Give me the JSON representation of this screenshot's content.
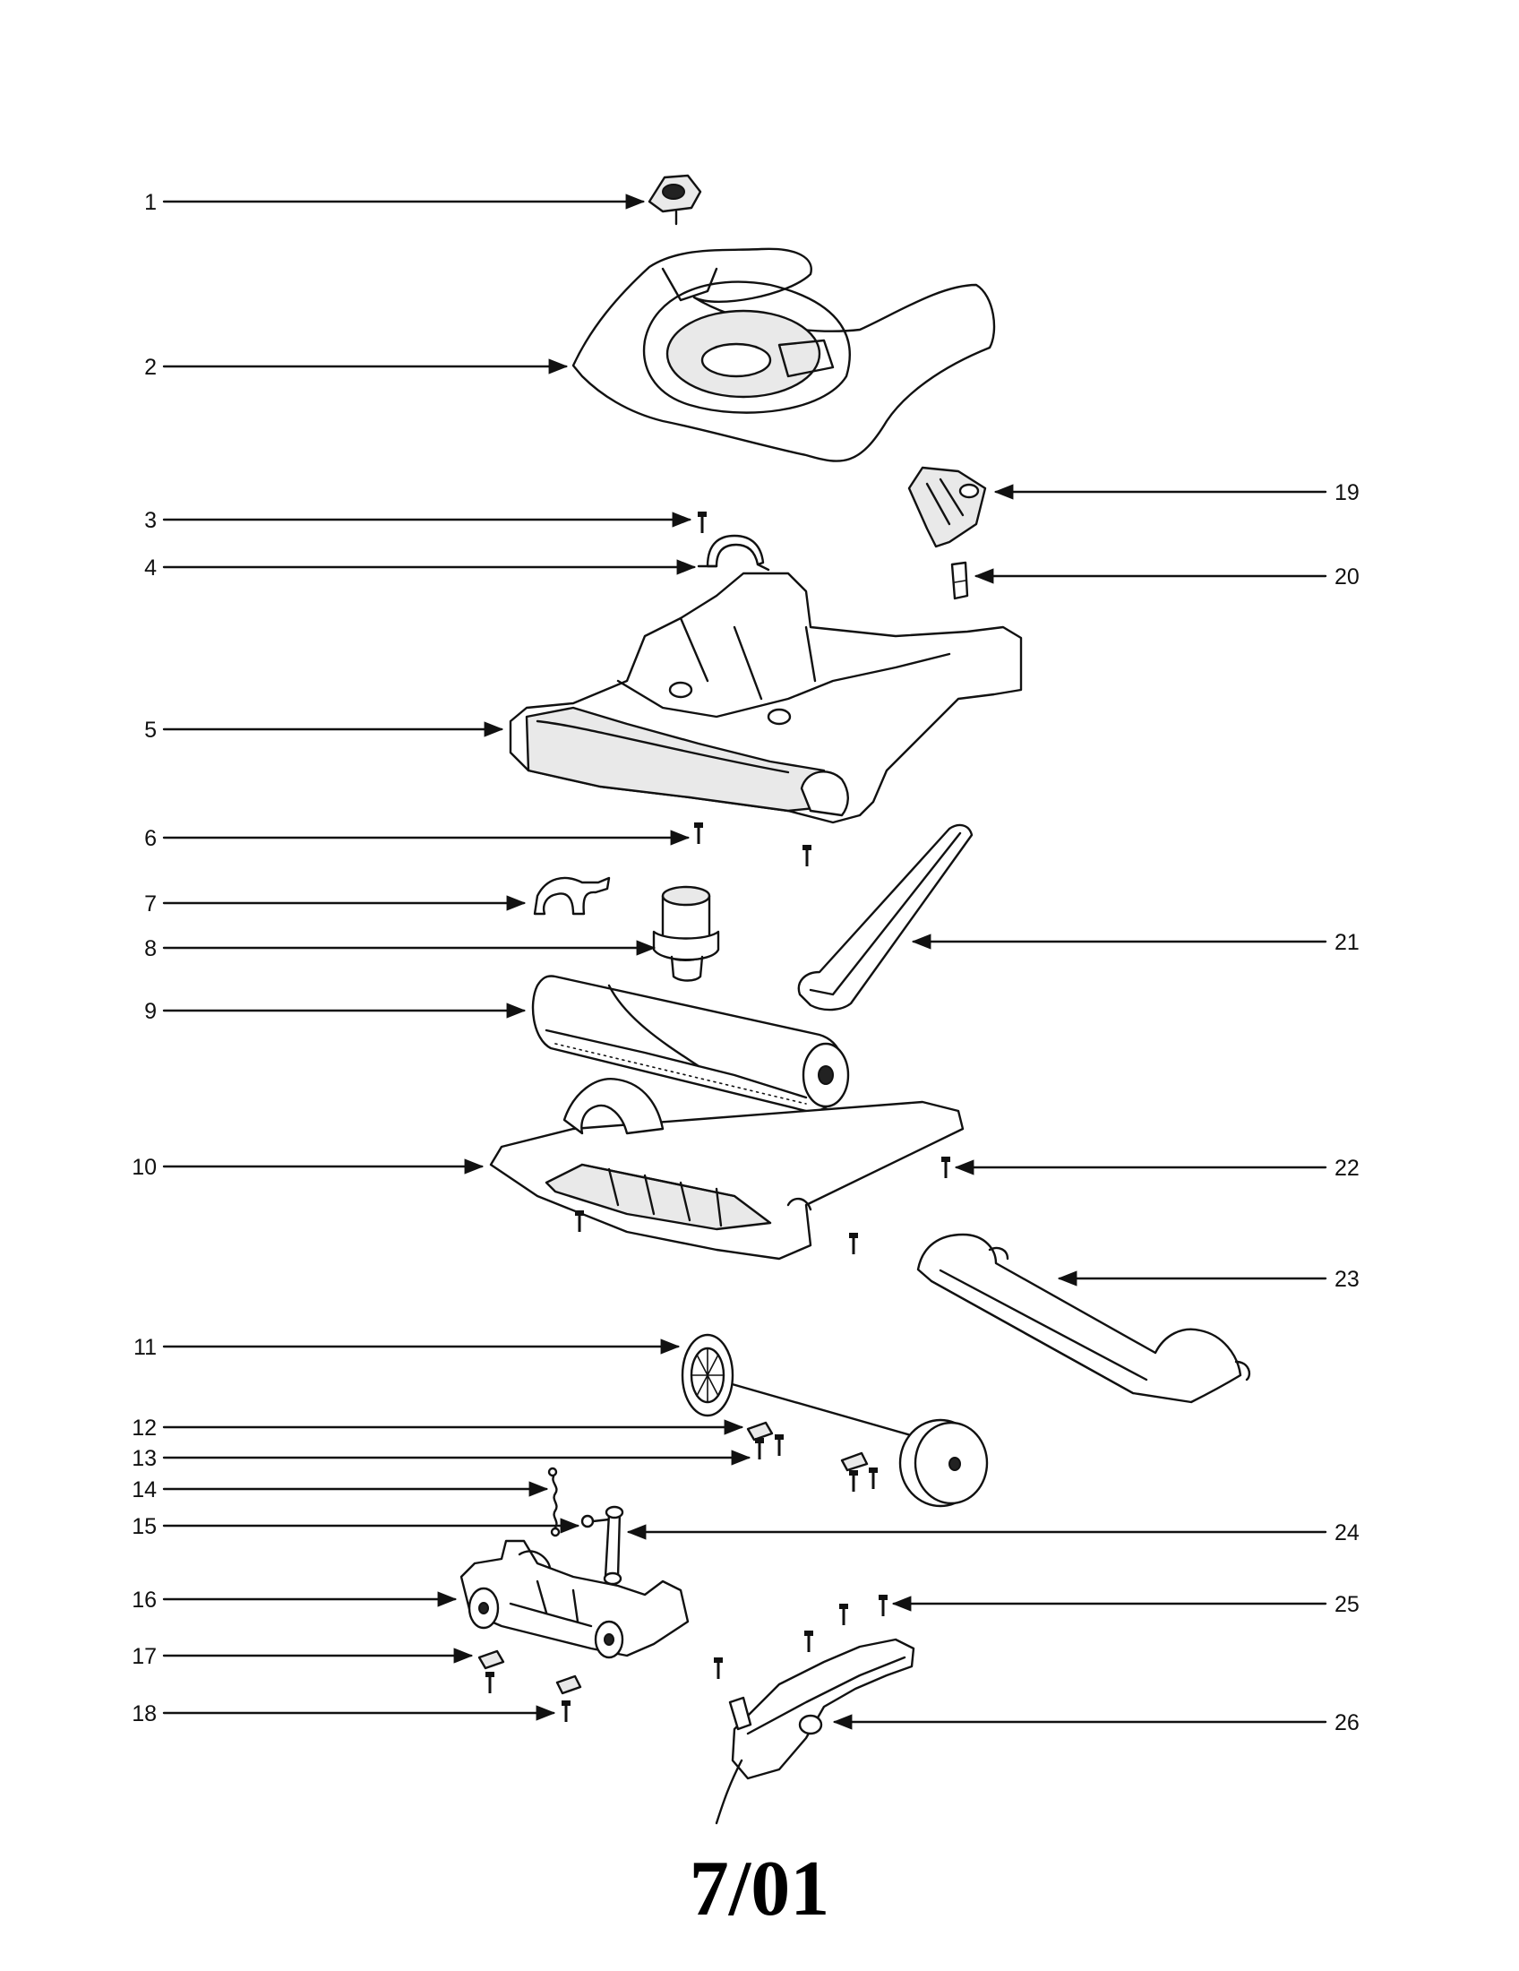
{
  "diagram": {
    "footer_date": "7/01",
    "callouts": [
      {
        "id": "c1",
        "label": "1"
      },
      {
        "id": "c2",
        "label": "2"
      },
      {
        "id": "c3",
        "label": "3"
      },
      {
        "id": "c4",
        "label": "4"
      },
      {
        "id": "c5",
        "label": "5"
      },
      {
        "id": "c6",
        "label": "6"
      },
      {
        "id": "c7",
        "label": "7"
      },
      {
        "id": "c8",
        "label": "8"
      },
      {
        "id": "c9",
        "label": "9"
      },
      {
        "id": "c10",
        "label": "10"
      },
      {
        "id": "c11",
        "label": "11"
      },
      {
        "id": "c12",
        "label": "12"
      },
      {
        "id": "c13",
        "label": "13"
      },
      {
        "id": "c14",
        "label": "14"
      },
      {
        "id": "c15",
        "label": "15"
      },
      {
        "id": "c16",
        "label": "16"
      },
      {
        "id": "c17",
        "label": "17"
      },
      {
        "id": "c18",
        "label": "18"
      },
      {
        "id": "c19",
        "label": "19"
      },
      {
        "id": "c20",
        "label": "20"
      },
      {
        "id": "c21",
        "label": "21"
      },
      {
        "id": "c22",
        "label": "22"
      },
      {
        "id": "c23",
        "label": "23"
      },
      {
        "id": "c24",
        "label": "24"
      },
      {
        "id": "c25",
        "label": "25"
      },
      {
        "id": "c26",
        "label": "26"
      }
    ]
  }
}
